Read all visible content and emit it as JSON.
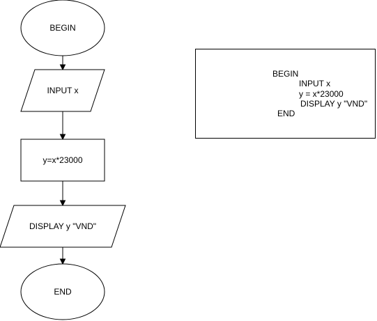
{
  "flowchart": {
    "begin": "BEGIN",
    "input": "INPUT x",
    "process": "y=x*23000",
    "display": "DISPLAY y \"VND\"",
    "end": "END"
  },
  "pseudocode": {
    "begin": "BEGIN",
    "input": "INPUT x",
    "assign": "y = x*23000",
    "display": "DISPLAY y \"VND\"",
    "end": "END"
  }
}
